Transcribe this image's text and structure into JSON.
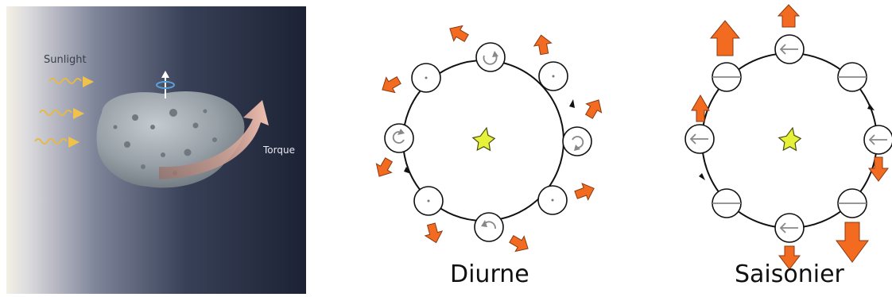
{
  "left_panel": {
    "sunlight_label": "Sunlight",
    "torque_label": "Torque"
  },
  "middle_panel": {
    "caption": "Diurne"
  },
  "right_panel": {
    "caption": "Saisonier"
  },
  "colors": {
    "arrow": "#f26b21",
    "arrow_stroke": "#8a3a10",
    "star": "#e6f23a",
    "orbit": "#111111",
    "spin_glyph": "#888888",
    "space_dark": "#1c2234",
    "sun_glow": "#f3eee0",
    "asteroid": "#9ea6ac",
    "torque_arrow": "#e8b9aa",
    "spin_axis": "#5a9fd8",
    "sunlight_squiggle": "#f0c24c"
  }
}
